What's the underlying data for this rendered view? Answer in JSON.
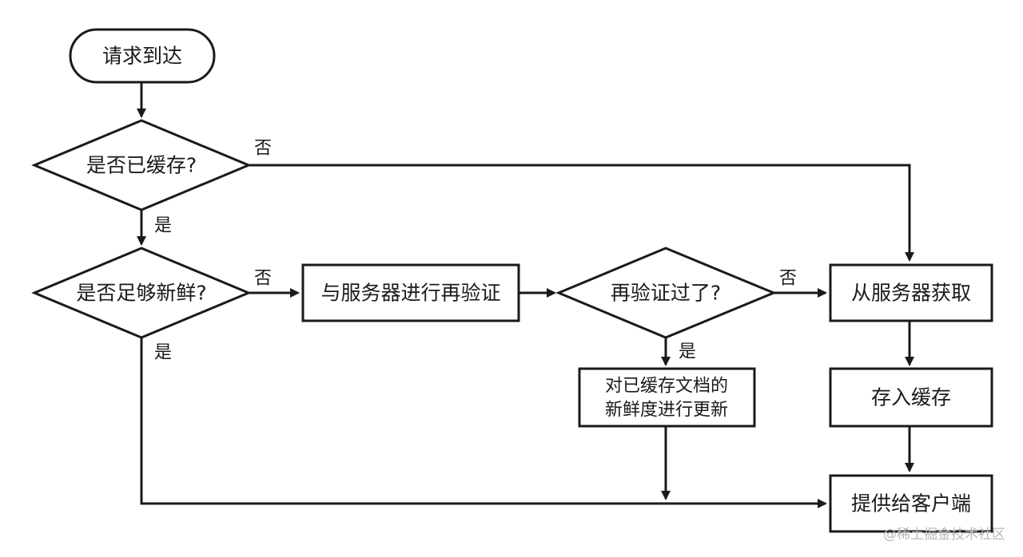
{
  "nodes": {
    "request_arrives": "请求到达",
    "is_cached": "是否已缓存?",
    "is_fresh": "是否足够新鲜?",
    "revalidate": "与服务器进行再验证",
    "revalidated": "再验证过了?",
    "update_freshness_line1": "对已缓存文档的",
    "update_freshness_line2": "新鲜度进行更新",
    "fetch_from_server": "从服务器获取",
    "store_in_cache": "存入缓存",
    "serve_to_client": "提供给客户端"
  },
  "edge_labels": {
    "cached_no": "否",
    "cached_yes": "是",
    "fresh_no": "否",
    "fresh_yes": "是",
    "revalidated_no": "否",
    "revalidated_yes": "是"
  },
  "watermark": "@稀土掘金技术社区",
  "colors": {
    "ink": "#1a1a1a",
    "background": "#ffffff",
    "watermark": "#b8b8b8"
  }
}
